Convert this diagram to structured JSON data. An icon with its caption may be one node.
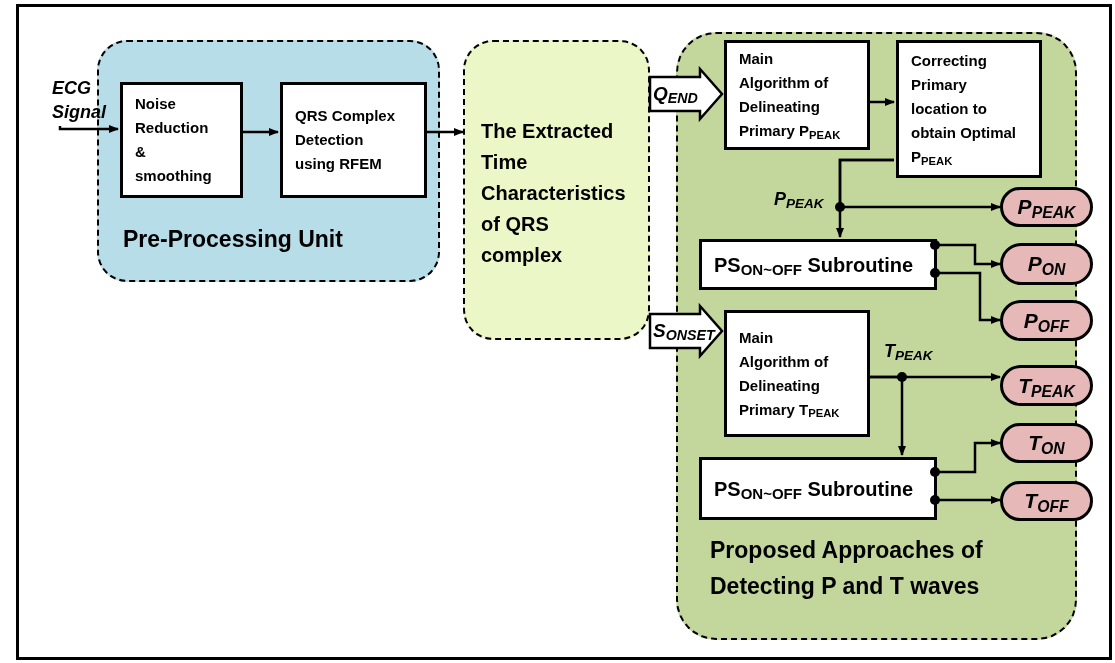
{
  "diagram": {
    "nodes": [
      {
        "text": [
          "ECG Signal"
        ]
      },
      {
        "text": [
          "Pre-Processing Unit"
        ]
      },
      {
        "text": [
          "Noise Reduction & smoothing"
        ],
        "in": 1
      },
      {
        "text": [
          "QRS Complex Detection using RFEM"
        ],
        "in": 1
      },
      {
        "text": [
          "The Extracted Time Characteristics of QRS complex"
        ]
      },
      {
        "text": [
          "Proposed Approaches of Detecting P and T waves"
        ]
      },
      {
        "text": [
          "Main Algorithm of Delineating Primary P$_{PEAK}$"
        ],
        "in": 5
      },
      {
        "text": [
          "Correcting Primary location to obtain Optimal P$_{PEAK}$"
        ],
        "in": 5
      },
      {
        "text": [
          "PS$_{ON~OFF}$ Subroutine"
        ],
        "in": 5
      },
      {
        "text": [
          "Main Algorithm of Delineating Primary T$_{PEAK}$"
        ],
        "in": 5
      },
      {
        "text": [
          "PS$_{ON~OFF}$ Subroutine"
        ],
        "in": 5
      },
      {
        "text": [
          "P$_{PEAK}$"
        ]
      },
      {
        "text": [
          "P$_{ON}$"
        ]
      },
      {
        "text": [
          "P$_{OFF}$"
        ]
      },
      {
        "text": [
          "T$_{PEAK}$"
        ]
      },
      {
        "text": [
          "T$_{ON}$"
        ]
      },
      {
        "text": [
          "T$_{OFF}$"
        ]
      }
    ],
    "edges": [
      {
        "from": 0,
        "to": 2,
        "arrow": "to"
      },
      {
        "from": 2,
        "to": 3,
        "arrow": "to"
      },
      {
        "from": 3,
        "to": 4,
        "arrow": "to"
      },
      {
        "from": 4,
        "to": 6,
        "arrow": "to",
        "label": "Q$_{END}$",
        "style": "thick"
      },
      {
        "from": 4,
        "to": 9,
        "arrow": "to",
        "label": "S$_{ONSET}$",
        "style": "thick"
      },
      {
        "from": 6,
        "to": 7,
        "arrow": "to"
      },
      {
        "from": 7,
        "to": 11,
        "arrow": "to",
        "label": "P$_{PEAK}$"
      },
      {
        "from": 7,
        "to": 8,
        "arrow": "to"
      },
      {
        "from": 8,
        "to": 12,
        "arrow": "to"
      },
      {
        "from": 8,
        "to": 13,
        "arrow": "to"
      },
      {
        "from": 9,
        "to": 14,
        "arrow": "to",
        "label": "T$_{PEAK}$"
      },
      {
        "from": 9,
        "to": 10,
        "arrow": "to"
      },
      {
        "from": 10,
        "to": 15,
        "arrow": "to"
      },
      {
        "from": 10,
        "to": 16,
        "arrow": "to"
      }
    ]
  }
}
